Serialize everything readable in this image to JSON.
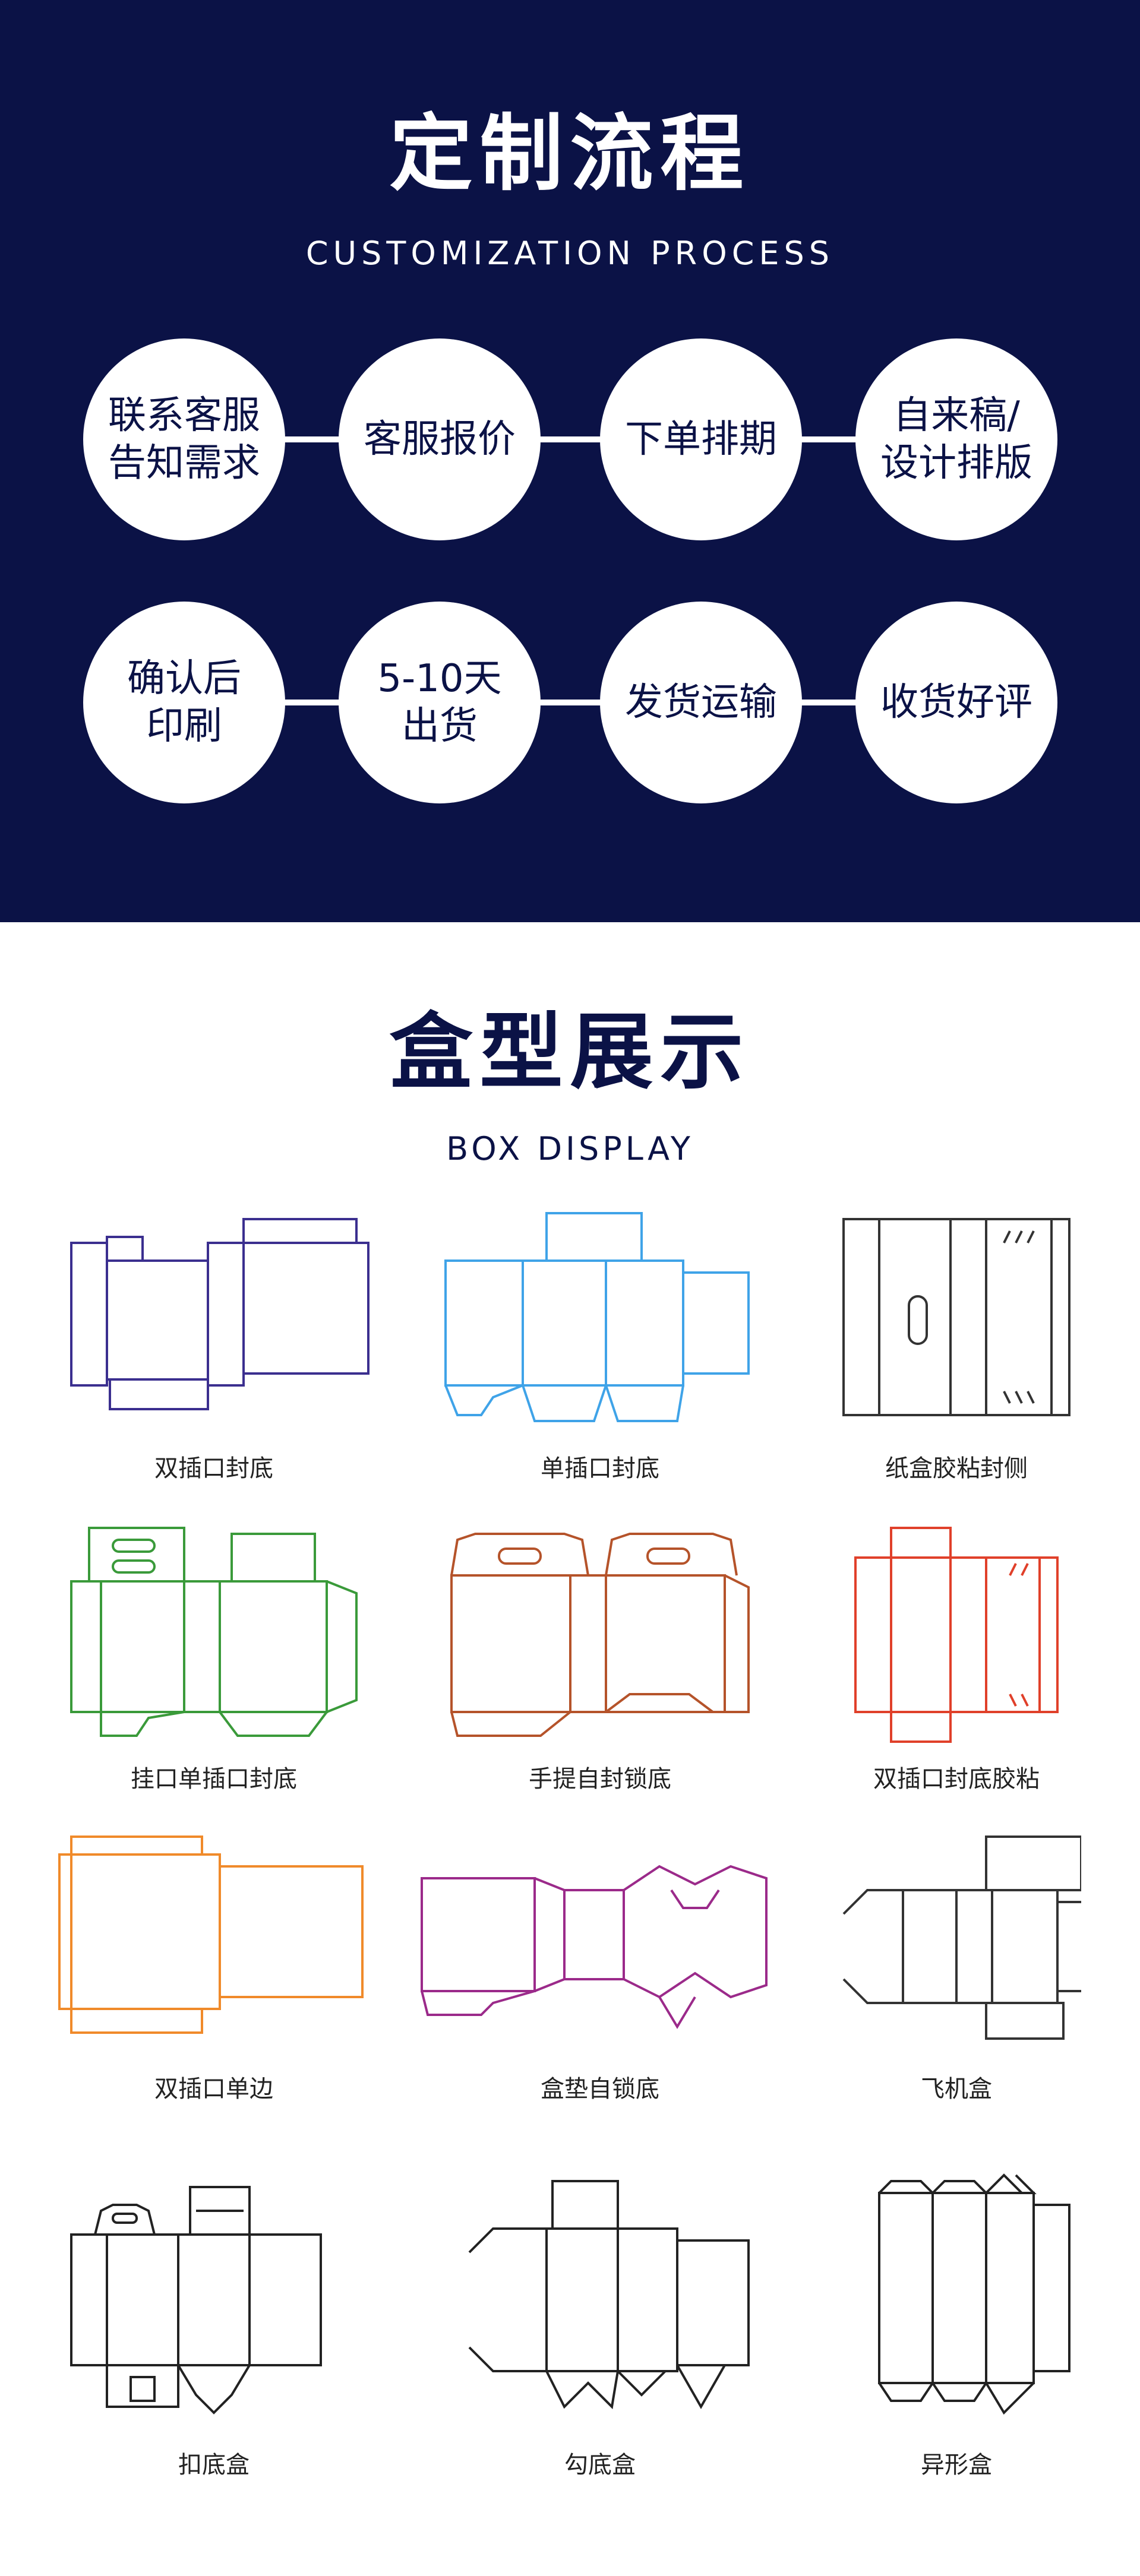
{
  "process": {
    "title": "定制流程",
    "subtitle": "CUSTOMIZATION PROCESS",
    "steps_row1": [
      {
        "line1": "联系客服",
        "line2": "告知需求"
      },
      {
        "line1": "客服报价",
        "line2": ""
      },
      {
        "line1": "下单排期",
        "line2": ""
      },
      {
        "line1": "自来稿/",
        "line2": "设计排版"
      }
    ],
    "steps_row2": [
      {
        "line1": "确认后",
        "line2": "印刷"
      },
      {
        "line1": "5-10天",
        "line2": "出货"
      },
      {
        "line1": "发货运输",
        "line2": ""
      },
      {
        "line1": "收货好评",
        "line2": ""
      }
    ]
  },
  "display": {
    "title": "盒型展示",
    "subtitle": "BOX DISPLAY",
    "boxes": [
      {
        "label": "双插口封底",
        "color": "#3b2f8f"
      },
      {
        "label": "单插口封底",
        "color": "#3fa3e8"
      },
      {
        "label": "纸盒胶粘封侧",
        "color": "#333333"
      },
      {
        "label": "挂口单插口封底",
        "color": "#3a9a3a"
      },
      {
        "label": "手提自封锁底",
        "color": "#b5532a"
      },
      {
        "label": "双插口封底胶粘",
        "color": "#e0402a"
      },
      {
        "label": "双插口单边",
        "color": "#f08a2a"
      },
      {
        "label": "盒垫自锁底",
        "color": "#9b2a8a"
      },
      {
        "label": "飞机盒",
        "color": "#333333"
      },
      {
        "label": "扣底盒",
        "color": "#222222"
      },
      {
        "label": "勾底盒",
        "color": "#222222"
      },
      {
        "label": "异形盒",
        "color": "#222222"
      }
    ]
  },
  "colors": {
    "navy": "#0b1246",
    "white": "#ffffff"
  }
}
